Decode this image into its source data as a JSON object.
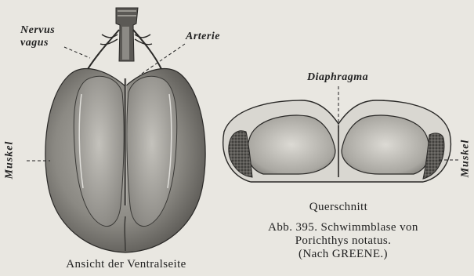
{
  "labels": {
    "nervus": "Nervus",
    "vagus": "vagus",
    "arterie": "Arterie",
    "diaphragma": "Diaphragma",
    "muskel_left": "Muskel",
    "muskel_right": "Muskel",
    "querschnitt": "Querschnitt"
  },
  "caption": {
    "line1": "Abb. 395. Schwimmblase von",
    "line2": "Porichthys notatus.",
    "line3": "(Nach GREENE.)"
  },
  "bottom_caption": "Ansicht der Ventralseite"
}
